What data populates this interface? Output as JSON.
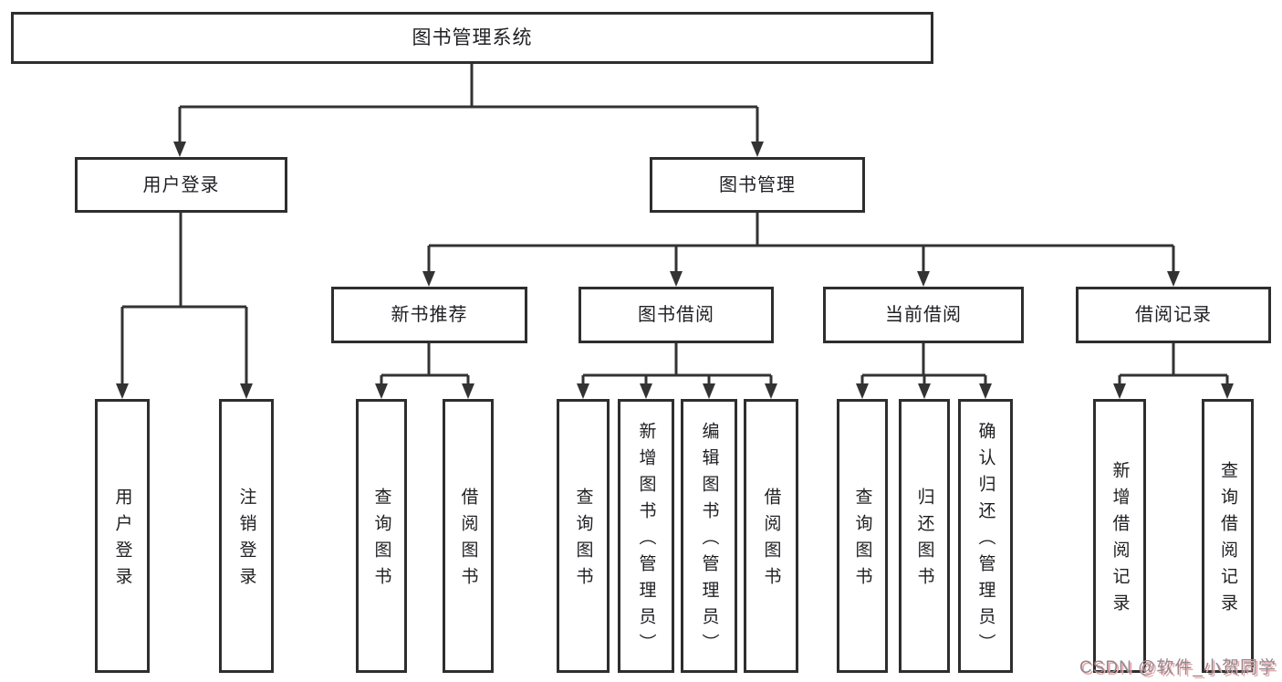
{
  "diagram_title": "图书管理系统",
  "watermark": "CSDN @软件_小贺同学",
  "colors": {
    "line": "#333333",
    "border": "#2e2e2e",
    "text": "#1f1f23",
    "background": "#ffffff",
    "watermark_text": "#8b8b93",
    "watermark_shadow": "#f2a6a6"
  },
  "nodes": {
    "root": {
      "label": "图书管理系统"
    },
    "user_login": {
      "label": "用户登录"
    },
    "book_mgmt": {
      "label": "图书管理"
    },
    "new_books": {
      "label": "新书推荐"
    },
    "book_borrow": {
      "label": "图书借阅"
    },
    "current_borrow": {
      "label": "当前借阅"
    },
    "borrow_records": {
      "label": "借阅记录"
    },
    "leaf_user_login": {
      "label": "用户登录"
    },
    "leaf_logout": {
      "label": "注销登录"
    },
    "leaf_nb_query": {
      "label": "查询图书"
    },
    "leaf_nb_borrow": {
      "label": "借阅图书"
    },
    "leaf_bb_query": {
      "label": "查询图书"
    },
    "leaf_bb_add": {
      "label": "新增图书（管理员）"
    },
    "leaf_bb_edit": {
      "label": "编辑图书（管理员）"
    },
    "leaf_bb_borrow": {
      "label": "借阅图书"
    },
    "leaf_cb_query": {
      "label": "查询图书"
    },
    "leaf_cb_return": {
      "label": "归还图书"
    },
    "leaf_cb_confirm": {
      "label": "确认归还（管理员）"
    },
    "leaf_br_add": {
      "label": "新增借阅记录"
    },
    "leaf_br_query": {
      "label": "查询借阅记录"
    }
  },
  "hierarchy": {
    "图书管理系统": {
      "用户登录": [
        "用户登录",
        "注销登录"
      ],
      "图书管理": {
        "新书推荐": [
          "查询图书",
          "借阅图书"
        ],
        "图书借阅": [
          "查询图书",
          "新增图书（管理员）",
          "编辑图书（管理员）",
          "借阅图书"
        ],
        "当前借阅": [
          "查询图书",
          "归还图书",
          "确认归还（管理员）"
        ],
        "借阅记录": [
          "新增借阅记录",
          "查询借阅记录"
        ]
      }
    }
  }
}
